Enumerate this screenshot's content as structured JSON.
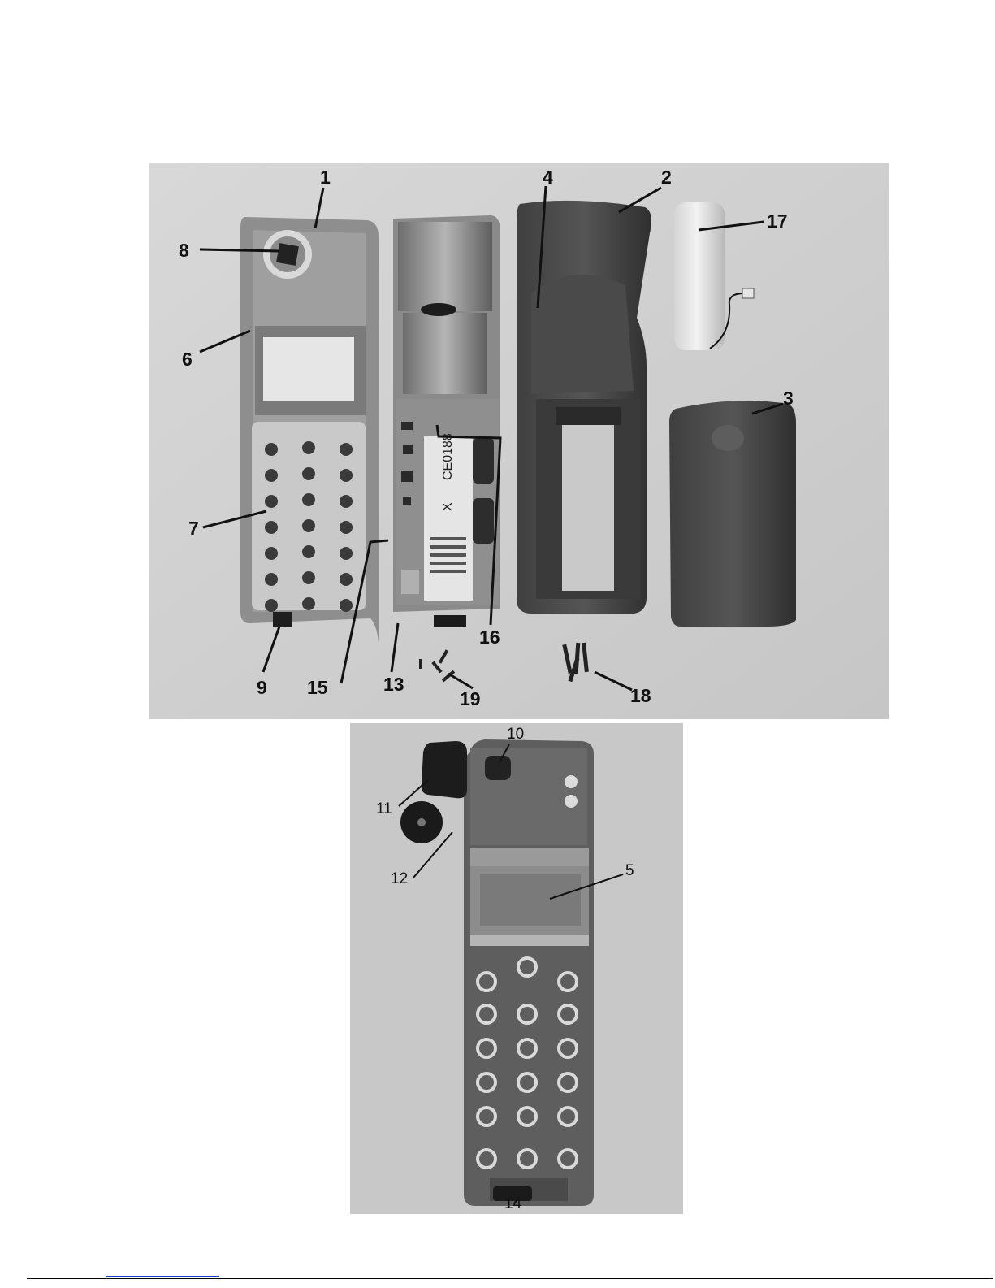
{
  "figure_top": {
    "callouts": {
      "c1": "1",
      "c2": "2",
      "c3": "3",
      "c4": "4",
      "c6": "6",
      "c7": "7",
      "c8": "8",
      "c9": "9",
      "c13": "13",
      "c15": "15",
      "c16": "16",
      "c17": "17",
      "c18": "18",
      "c19": "19"
    },
    "label_print": {
      "line1": "CE0188",
      "line2": "X"
    }
  },
  "figure_bottom": {
    "callouts": {
      "c5": "5",
      "c10": "10",
      "c11": "11",
      "c12": "12",
      "c14": "14"
    }
  }
}
